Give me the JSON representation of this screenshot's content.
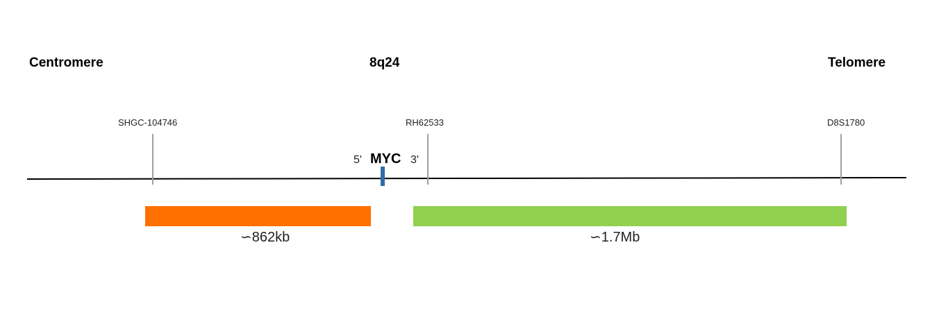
{
  "headings": {
    "left": "Centromere",
    "center": "8q24",
    "right": "Telomere"
  },
  "markers": [
    {
      "name": "SHGC-104746"
    },
    {
      "name": "RH62533"
    },
    {
      "name": "D8S1780"
    }
  ],
  "gene": {
    "name": "MYC",
    "five_prime": "5'",
    "three_prime": "3'",
    "color": "#2e6da8"
  },
  "segments": [
    {
      "size_label": "∽862kb",
      "color": "#ff7000"
    },
    {
      "size_label": "∽1.7Mb",
      "color": "#92d050"
    }
  ]
}
